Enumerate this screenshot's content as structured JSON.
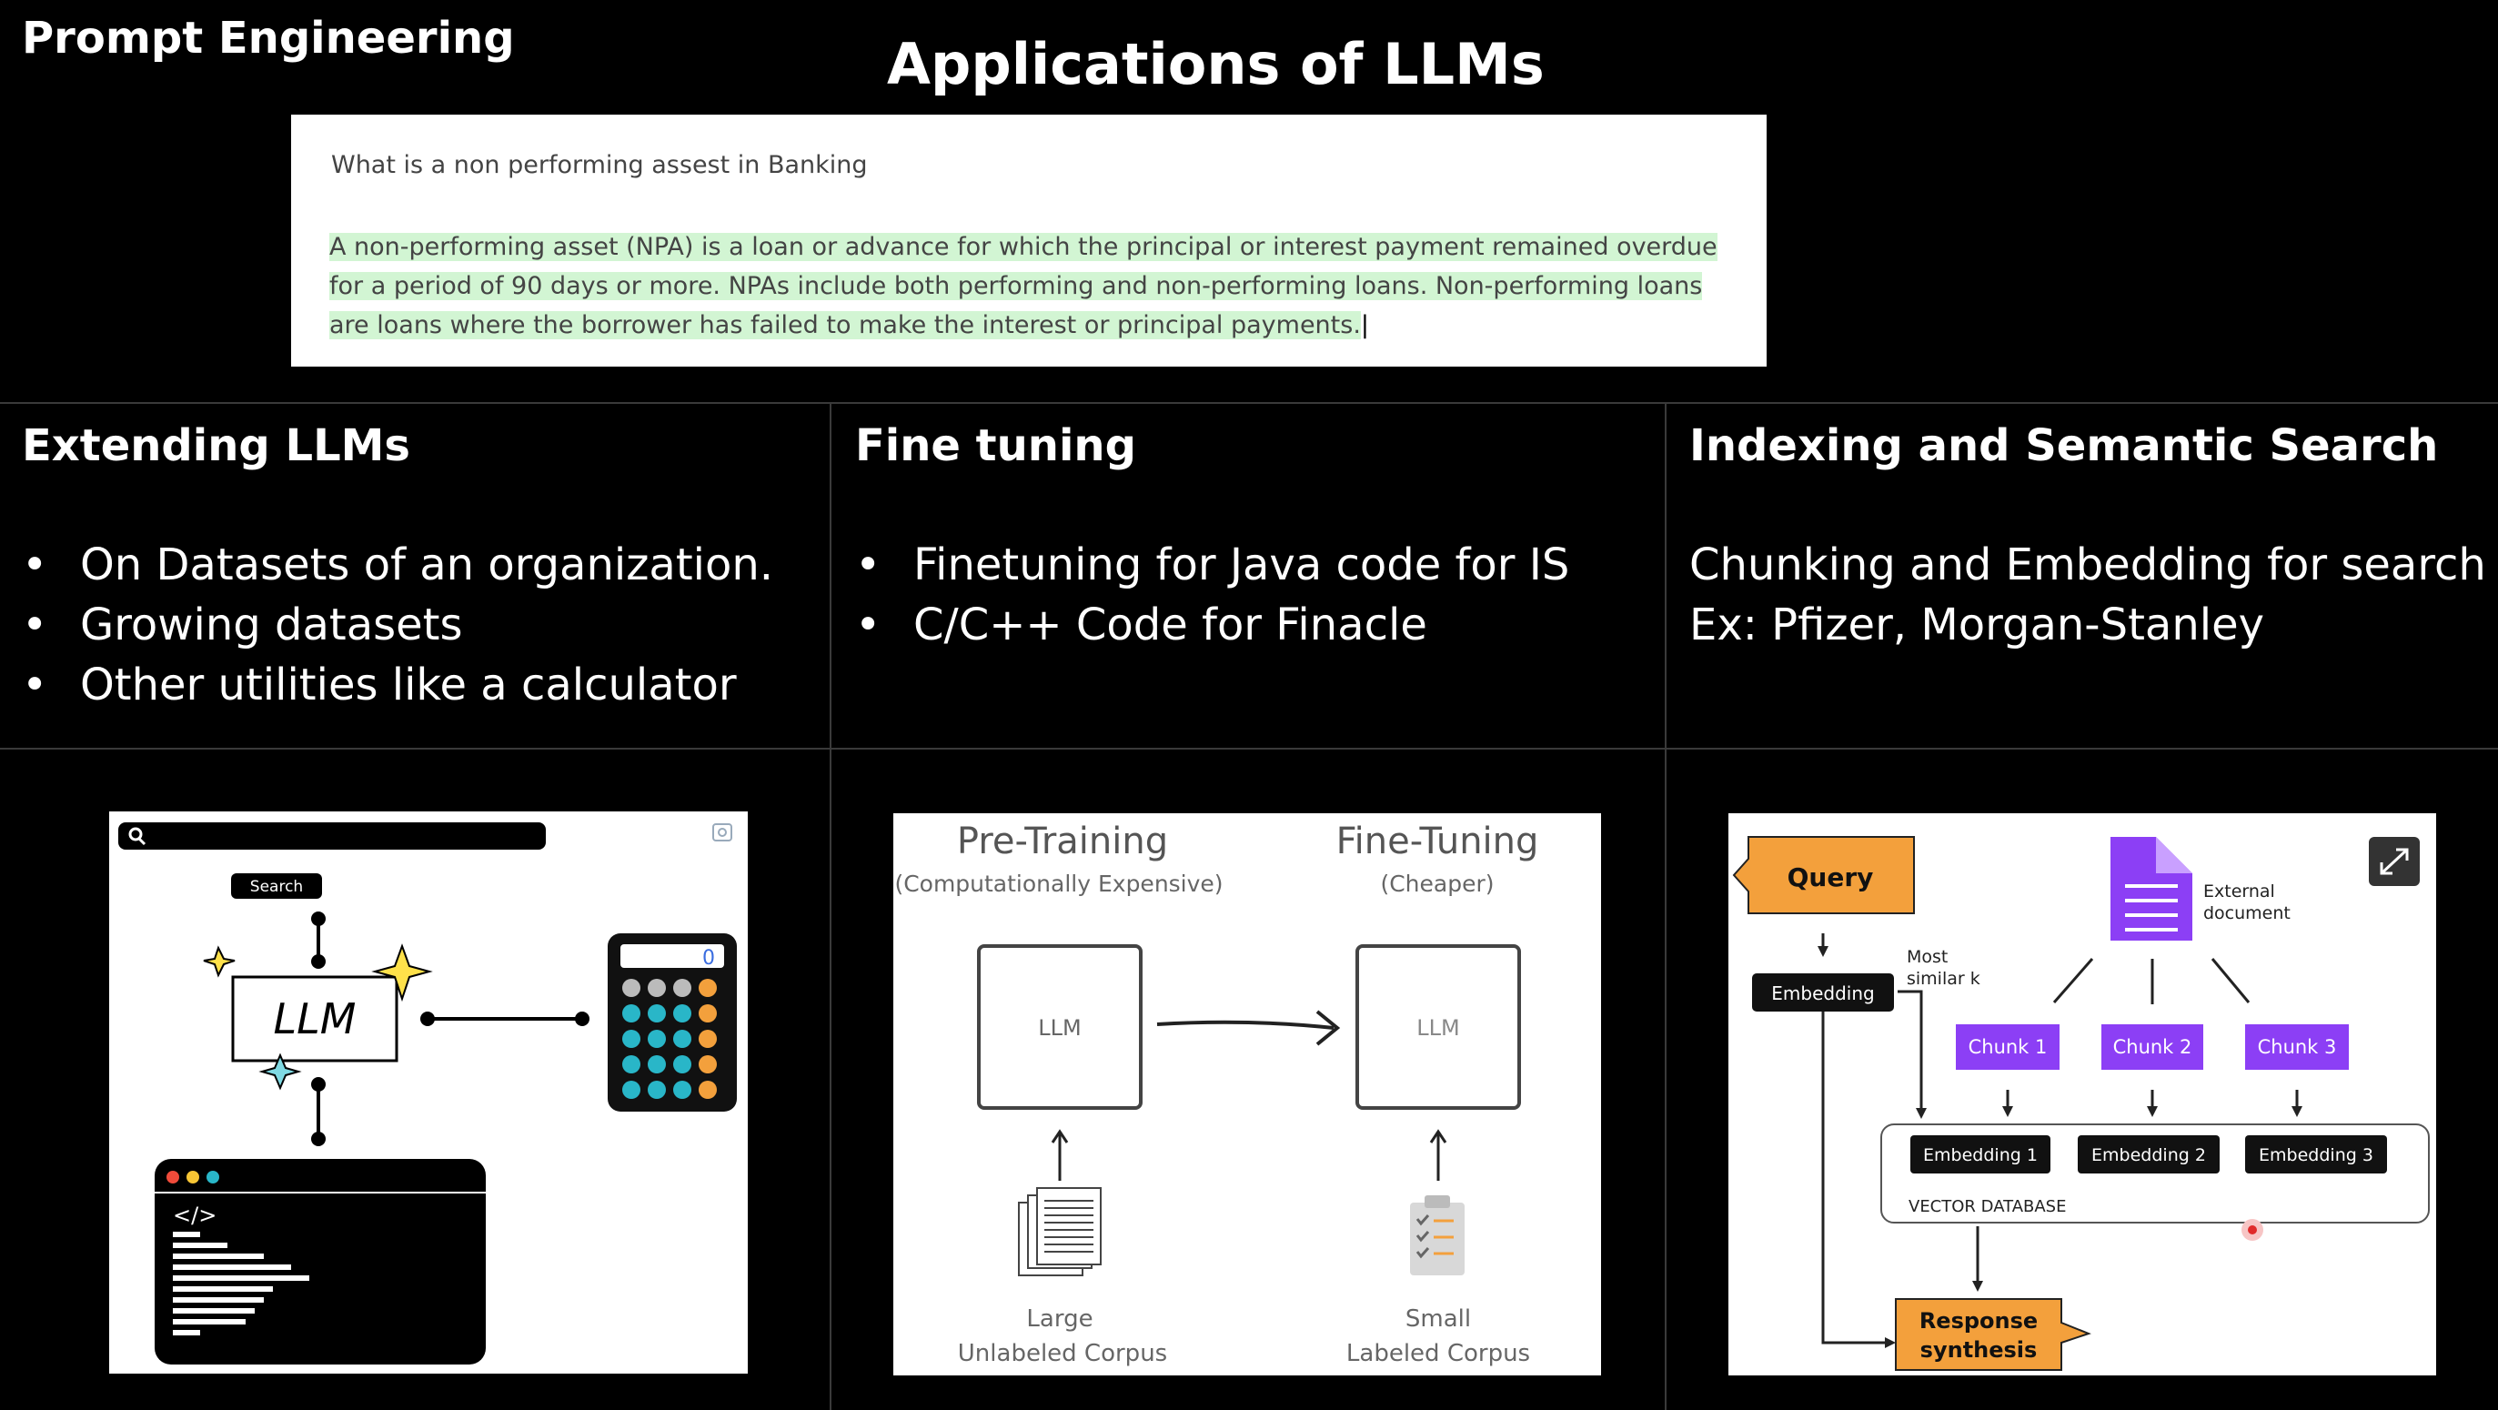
{
  "header": {
    "section_label": "Prompt Engineering",
    "title": "Applications of LLMs"
  },
  "chat": {
    "question": "What is a non performing assest in Banking",
    "answer": "A non-performing asset (NPA) is a loan or advance for which the principal or interest payment remained overdue for a period of 90 days or more. NPAs include both performing and non-performing loans. Non-performing loans are loans where the borrower has failed to make the interest or principal payments."
  },
  "sections": {
    "extending": {
      "title": "Extending LLMs",
      "bullets": [
        "On Datasets of an organization.",
        "Growing datasets",
        "Other utilities like a calculator"
      ]
    },
    "finetuning": {
      "title": "Fine tuning",
      "bullets": [
        "Finetuning for Java code for IS",
        "C/C++ Code for Finacle"
      ]
    },
    "indexing": {
      "title": "Indexing and Semantic Search",
      "lines": [
        "Chunking and Embedding for search",
        "Ex: Pfizer, Morgan-Stanley"
      ]
    }
  },
  "llm_sketch": {
    "search_button": "Search",
    "llm_label": "LLM",
    "calc_display": "0",
    "code_tag": "</>"
  },
  "ft_diagram": {
    "pretraining_title": "Pre-Training",
    "pretraining_sub": "(Computationally Expensive)",
    "finetuning_title": "Fine-Tuning",
    "finetuning_sub": "(Cheaper)",
    "llm_left": "LLM",
    "llm_right": "LLM",
    "corpus_left_1": "Large",
    "corpus_left_2": "Unlabeled Corpus",
    "corpus_right_1": "Small",
    "corpus_right_2": "Labeled Corpus"
  },
  "rag_diagram": {
    "query": "Query",
    "embedding": "Embedding",
    "most_similar_1": "Most",
    "most_similar_2": "similar k",
    "external_1": "External",
    "external_2": "document",
    "chunks": [
      "Chunk 1",
      "Chunk 2",
      "Chunk 3"
    ],
    "embeddings": [
      "Embedding 1",
      "Embedding 2",
      "Embedding 3"
    ],
    "vector_db": "VECTOR DATABASE",
    "response_1": "Response",
    "response_2": "synthesis",
    "colors": {
      "orange": "#f3a03c",
      "purple": "#8c3ff5"
    }
  }
}
